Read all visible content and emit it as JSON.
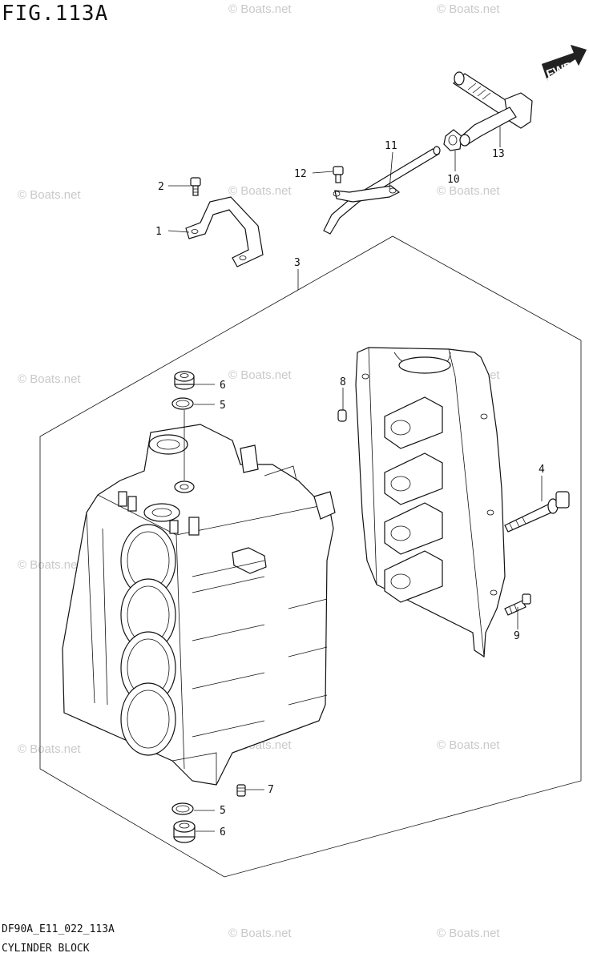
{
  "figure": {
    "title": "FIG.113A",
    "code": "DF90A_E11_022_113A",
    "name": "CYLINDER BLOCK"
  },
  "direction_label": "FWD",
  "watermark_text": "© Boats.net",
  "callouts": [
    {
      "id": "p1",
      "label": "1"
    },
    {
      "id": "p2",
      "label": "2"
    },
    {
      "id": "p3",
      "label": "3"
    },
    {
      "id": "p4",
      "label": "4"
    },
    {
      "id": "p5a",
      "label": "5"
    },
    {
      "id": "p5b",
      "label": "5"
    },
    {
      "id": "p6a",
      "label": "6"
    },
    {
      "id": "p6b",
      "label": "6"
    },
    {
      "id": "p7",
      "label": "7"
    },
    {
      "id": "p8",
      "label": "8"
    },
    {
      "id": "p9",
      "label": "9"
    },
    {
      "id": "p10",
      "label": "10"
    },
    {
      "id": "p11",
      "label": "11"
    },
    {
      "id": "p12",
      "label": "12"
    },
    {
      "id": "p13",
      "label": "13"
    }
  ],
  "colors": {
    "line": "#111111",
    "watermark": "#c9c9c9",
    "background": "#ffffff"
  }
}
